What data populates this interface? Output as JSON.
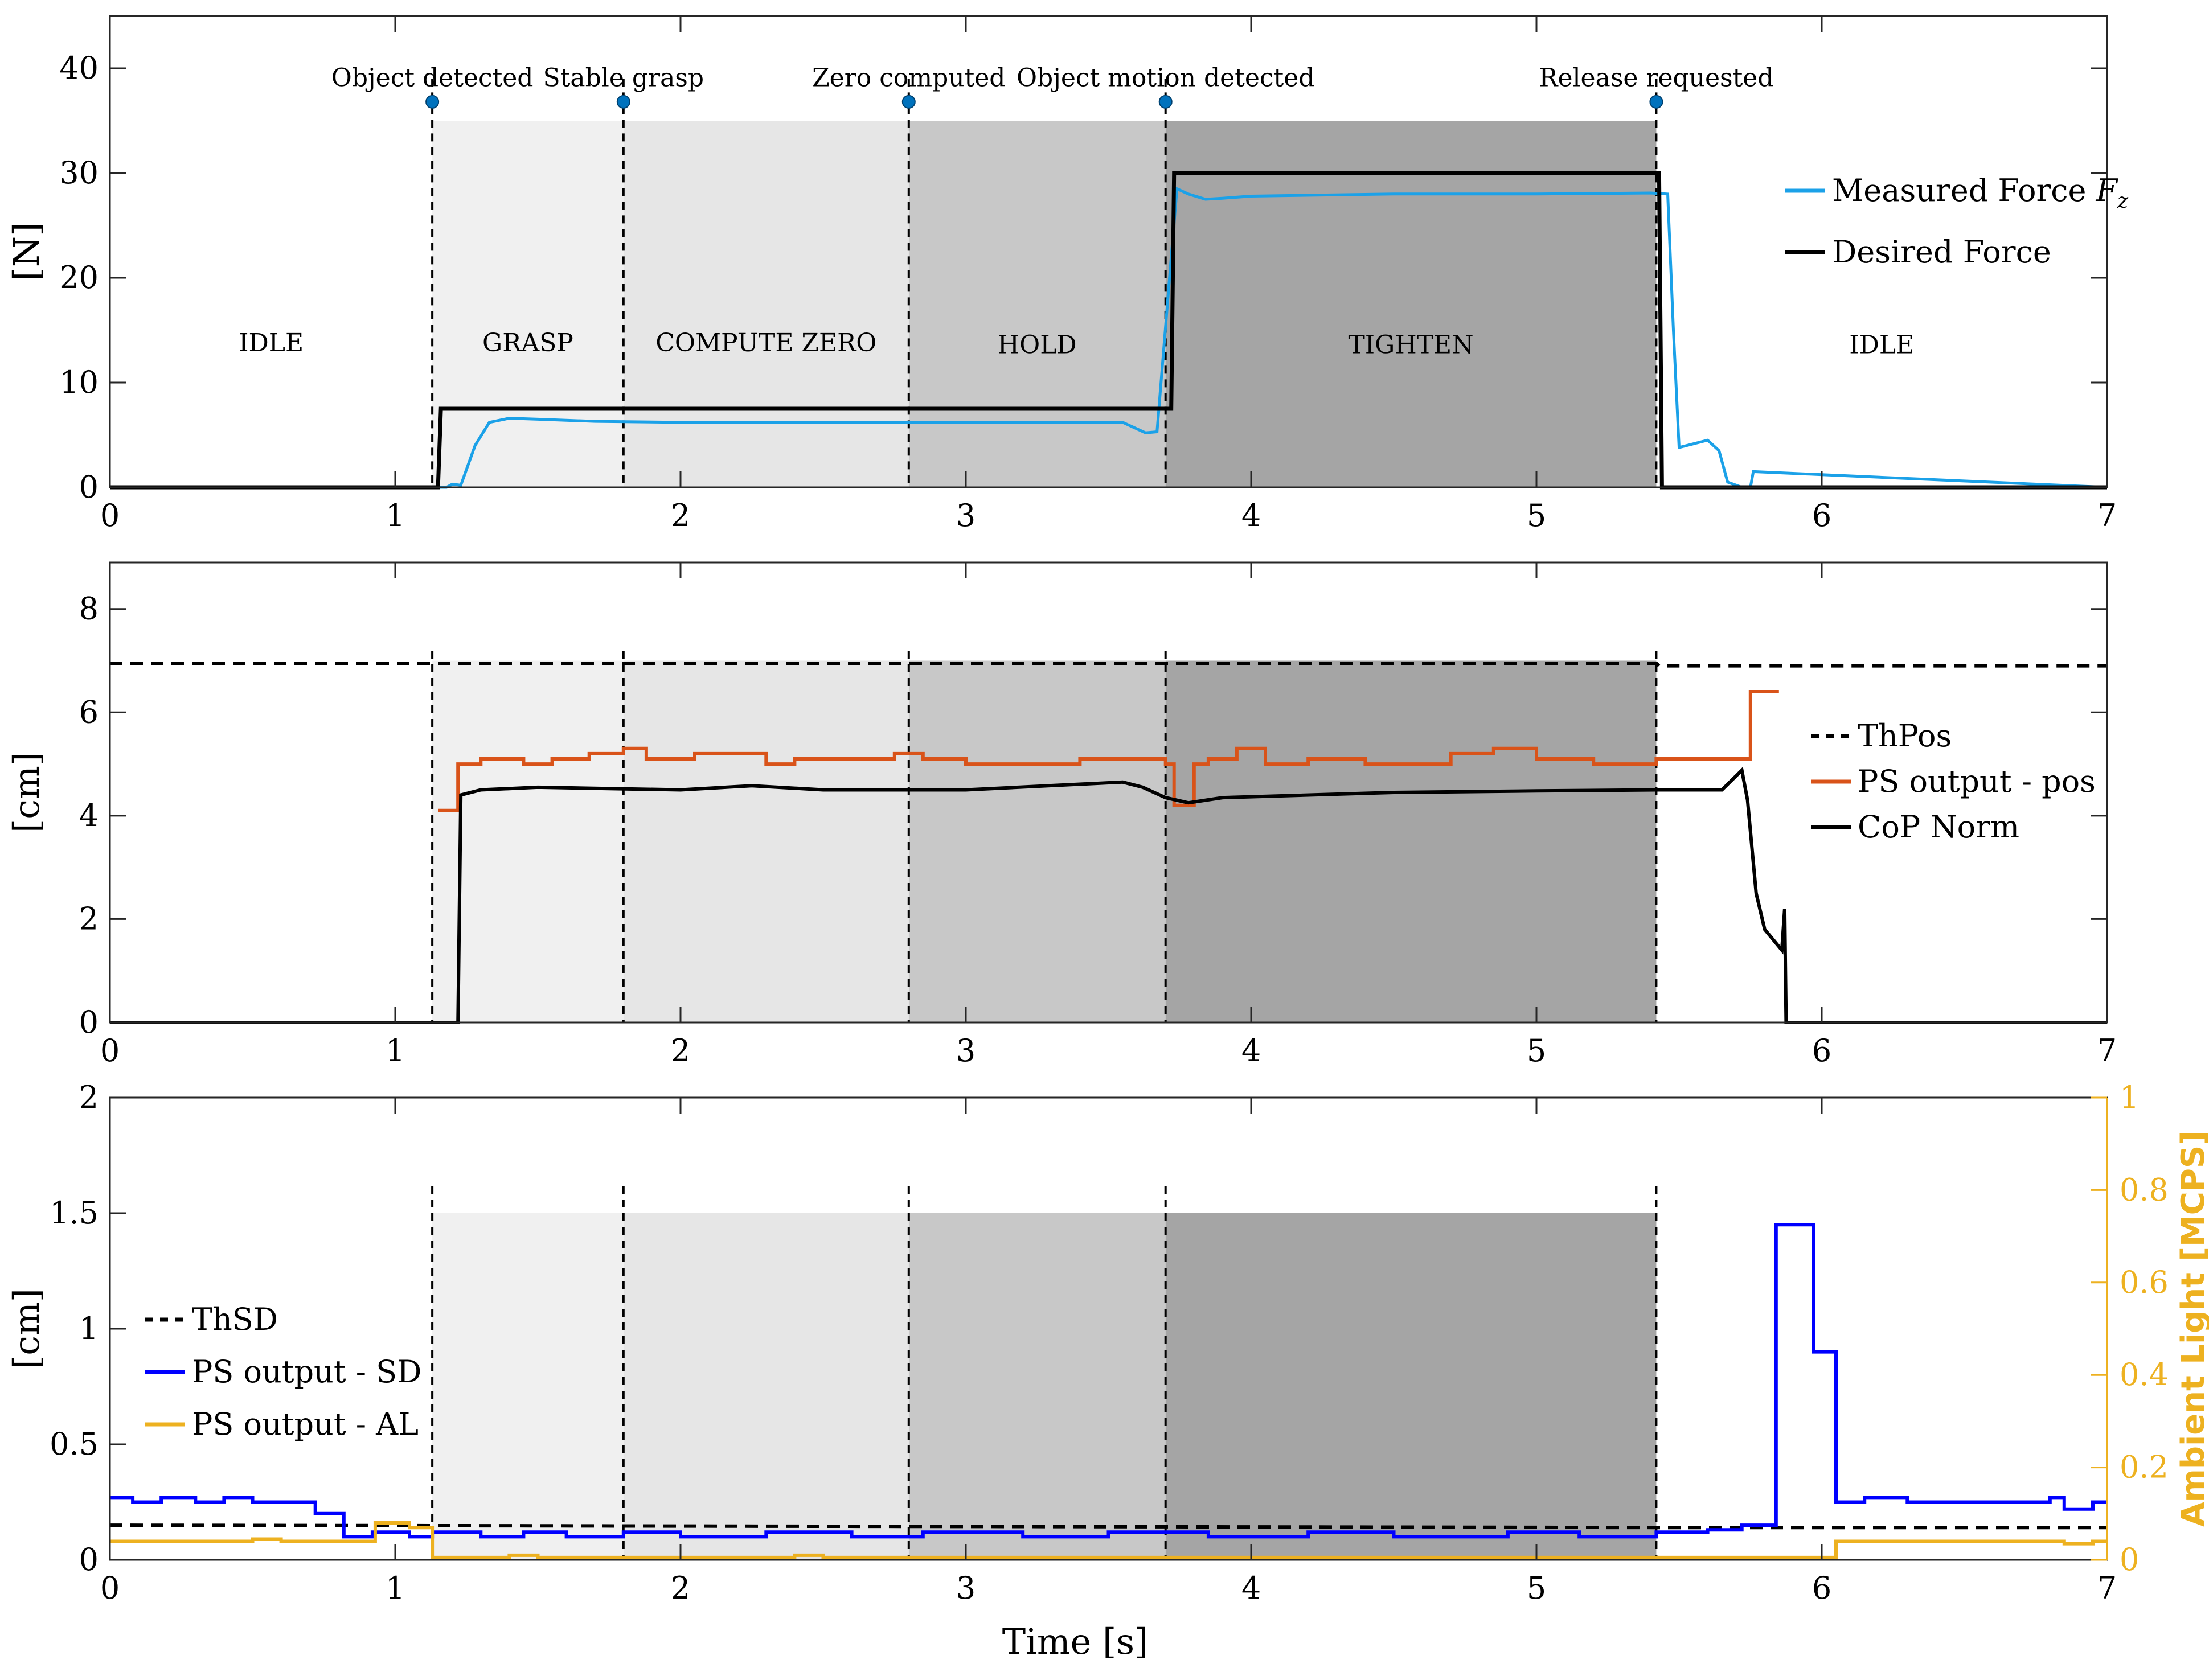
{
  "colors": {
    "measured_force": "#1BA1E8",
    "desired_force": "#000000",
    "ps_pos": "#D95319",
    "cop": "#000000",
    "threshold": "#000000",
    "ps_sd": "#0000FF",
    "ps_al": "#EDB120",
    "event_marker": "#0072BD",
    "phase_fills": [
      "#F0F0F0",
      "#E6E6E6",
      "#C8C8C8",
      "#A5A5A5"
    ]
  },
  "phases": [
    {
      "name": "IDLE",
      "x": [
        0,
        1.13
      ]
    },
    {
      "name": "GRASP",
      "x": [
        1.13,
        1.8
      ]
    },
    {
      "name": "COMPUTE ZERO",
      "x": [
        1.8,
        2.8
      ]
    },
    {
      "name": "HOLD",
      "x": [
        2.8,
        3.7
      ]
    },
    {
      "name": "TIGHTEN",
      "x": [
        3.7,
        5.42
      ]
    },
    {
      "name": "IDLE",
      "x": [
        5.42,
        7
      ]
    }
  ],
  "events": [
    {
      "label": "Object detected",
      "t": 1.13
    },
    {
      "label": "Stable grasp",
      "t": 1.8
    },
    {
      "label": "Zero computed",
      "t": 2.8
    },
    {
      "label": "Object motion detected",
      "t": 3.7
    },
    {
      "label": "Release requested",
      "t": 5.42
    }
  ],
  "shared_xlabel": "Time [s]",
  "chart_data": [
    {
      "type": "line",
      "title": "",
      "xlabel": "",
      "ylabel": "[N]",
      "xlim": [
        0,
        7
      ],
      "ylim": [
        0,
        45
      ],
      "x_ticks": [
        0,
        1,
        2,
        3,
        4,
        5,
        6,
        7
      ],
      "y_ticks": [
        0,
        10,
        20,
        30,
        40
      ],
      "grid": false,
      "legend_position": "right",
      "series": [
        {
          "name": "Measured Force F_z",
          "style": "solid",
          "x": [
            0,
            1.18,
            1.2,
            1.23,
            1.28,
            1.33,
            1.4,
            1.5,
            1.7,
            2.0,
            2.5,
            3.0,
            3.4,
            3.55,
            3.63,
            3.67,
            3.72,
            3.74,
            3.78,
            3.84,
            3.9,
            4.0,
            4.5,
            5.0,
            5.4,
            5.46,
            5.48,
            5.5,
            5.6,
            5.64,
            5.67,
            5.72,
            5.75,
            5.76,
            7
          ],
          "y": [
            0,
            0,
            0.3,
            0.2,
            4.0,
            6.2,
            6.6,
            6.5,
            6.3,
            6.2,
            6.2,
            6.2,
            6.2,
            6.2,
            5.2,
            5.3,
            22,
            28.5,
            28.0,
            27.5,
            27.6,
            27.8,
            28.0,
            28.0,
            28.1,
            28.0,
            15,
            3.8,
            4.5,
            3.5,
            0.5,
            0,
            0,
            1.5,
            0
          ]
        },
        {
          "name": "Desired Force",
          "style": "solid",
          "x": [
            0,
            1.15,
            1.16,
            3.72,
            3.73,
            5.43,
            5.44,
            7
          ],
          "y": [
            0,
            0,
            7.5,
            7.5,
            30,
            30,
            0,
            0
          ]
        }
      ],
      "phase_labels_y": [
        13,
        13,
        13,
        12.8,
        12.8,
        12.8
      ]
    },
    {
      "type": "line",
      "title": "",
      "xlabel": "",
      "ylabel": "[cm]",
      "xlim": [
        0,
        7
      ],
      "ylim": [
        0,
        8.9
      ],
      "x_ticks": [
        0,
        1,
        2,
        3,
        4,
        5,
        6,
        7
      ],
      "y_ticks": [
        0,
        2,
        4,
        6,
        8
      ],
      "grid": false,
      "legend_position": "right",
      "shade_top": 7,
      "series": [
        {
          "name": "ThPos",
          "style": "dashed",
          "x": [
            0,
            5.42,
            5.43,
            7
          ],
          "y": [
            6.95,
            6.95,
            6.9,
            6.9
          ]
        },
        {
          "name": "PS output - pos",
          "style": "step",
          "x": [
            1.15,
            1.22,
            1.3,
            1.45,
            1.55,
            1.68,
            1.8,
            1.88,
            2.05,
            2.3,
            2.4,
            2.75,
            2.85,
            3.0,
            3.25,
            3.4,
            3.6,
            3.7,
            3.73,
            3.8,
            3.85,
            3.95,
            4.05,
            4.2,
            4.4,
            4.7,
            4.85,
            5.0,
            5.2,
            5.42,
            5.75,
            5.85
          ],
          "y": [
            4.1,
            5.0,
            5.1,
            5.0,
            5.1,
            5.2,
            5.3,
            5.1,
            5.2,
            5.0,
            5.1,
            5.2,
            5.1,
            5.0,
            5.0,
            5.1,
            5.1,
            5.0,
            4.2,
            5.0,
            5.1,
            5.3,
            5.0,
            5.1,
            5.0,
            5.2,
            5.3,
            5.1,
            5.0,
            5.1,
            6.4,
            6.4
          ]
        },
        {
          "name": "CoP Norm",
          "style": "solid",
          "x": [
            0,
            1.22,
            1.23,
            1.3,
            1.5,
            2.0,
            2.25,
            2.5,
            3.0,
            3.55,
            3.62,
            3.7,
            3.78,
            3.9,
            4.5,
            5.0,
            5.42,
            5.65,
            5.72,
            5.74,
            5.77,
            5.8,
            5.86,
            5.87,
            5.875,
            5.88,
            7
          ],
          "y": [
            0,
            0,
            4.4,
            4.5,
            4.55,
            4.5,
            4.58,
            4.5,
            4.5,
            4.65,
            4.55,
            4.35,
            4.25,
            4.35,
            4.45,
            4.48,
            4.5,
            4.5,
            4.88,
            4.3,
            2.5,
            1.8,
            1.4,
            2.2,
            0,
            0,
            0
          ]
        }
      ]
    },
    {
      "type": "line",
      "title": "",
      "xlabel": "Time [s]",
      "ylabel": "[cm]",
      "ylabel_right": "Ambient Light [MCPS]",
      "xlim": [
        0,
        7
      ],
      "ylim": [
        0,
        2
      ],
      "ylim_right": [
        0,
        1
      ],
      "x_ticks": [
        0,
        1,
        2,
        3,
        4,
        5,
        6,
        7
      ],
      "y_ticks": [
        0,
        0.5,
        1,
        1.5,
        2
      ],
      "y_ticks_right": [
        0,
        0.2,
        0.4,
        0.6,
        0.8,
        1
      ],
      "grid": false,
      "legend_position": "left",
      "shade_top": 1.5,
      "series": [
        {
          "name": "ThSD",
          "style": "dashed",
          "axis": "left",
          "x": [
            0,
            5.42,
            7
          ],
          "y": [
            0.15,
            0.14,
            0.14
          ]
        },
        {
          "name": "PS output - SD",
          "style": "step",
          "axis": "left",
          "x": [
            0,
            0.08,
            0.18,
            0.3,
            0.4,
            0.5,
            0.72,
            0.82,
            0.92,
            1.05,
            1.13,
            1.3,
            1.45,
            1.6,
            1.8,
            2.0,
            2.3,
            2.6,
            2.85,
            3.2,
            3.5,
            3.85,
            4.2,
            4.5,
            4.9,
            5.15,
            5.42,
            5.6,
            5.72,
            5.84,
            5.97,
            6.05,
            6.15,
            6.3,
            6.8,
            6.85,
            6.95,
            7
          ],
          "y": [
            0.27,
            0.25,
            0.27,
            0.25,
            0.27,
            0.25,
            0.2,
            0.1,
            0.12,
            0.1,
            0.12,
            0.1,
            0.12,
            0.1,
            0.12,
            0.1,
            0.12,
            0.1,
            0.12,
            0.1,
            0.12,
            0.1,
            0.12,
            0.1,
            0.12,
            0.1,
            0.12,
            0.13,
            0.15,
            1.45,
            0.9,
            0.25,
            0.27,
            0.25,
            0.27,
            0.22,
            0.25,
            0.25
          ]
        },
        {
          "name": "PS output - AL",
          "style": "step",
          "axis": "right",
          "x": [
            0,
            0.5,
            0.6,
            0.93,
            1.05,
            1.13,
            1.2,
            1.4,
            1.5,
            2.4,
            2.5,
            5.42,
            5.8,
            6.05,
            6.85,
            6.95,
            7
          ],
          "y": [
            0.04,
            0.045,
            0.04,
            0.08,
            0.07,
            0.005,
            0.005,
            0.01,
            0.005,
            0.01,
            0.005,
            0.005,
            0.005,
            0.04,
            0.035,
            0.04,
            0.04
          ]
        }
      ]
    }
  ]
}
